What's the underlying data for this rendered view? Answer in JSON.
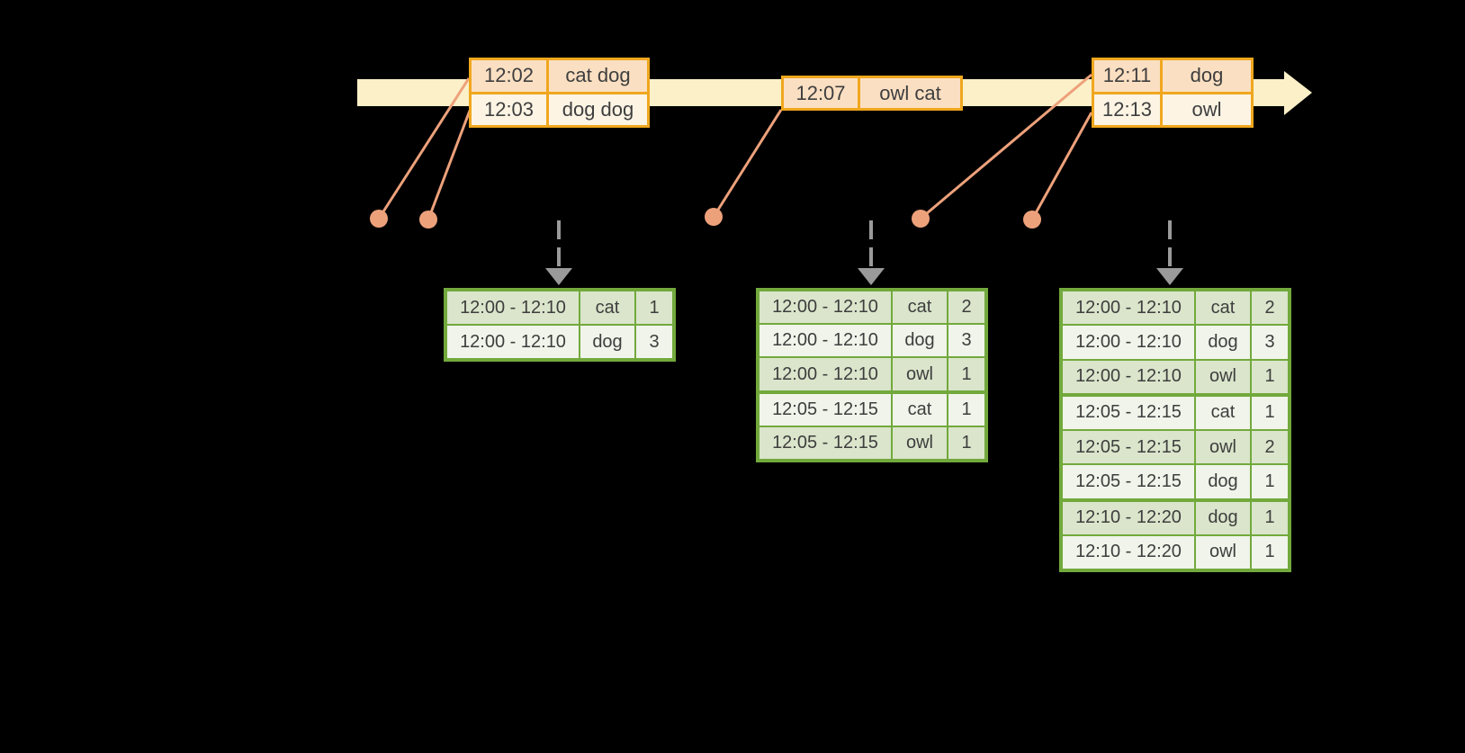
{
  "colors": {
    "background": "#000000",
    "timeline_fill": "#FBF0C8",
    "event_border": "#F0A71E",
    "event_row_peach": "#FADFC2",
    "event_row_cream": "#FDF4E4",
    "dot_salmon": "#EDA17B",
    "trigger_gray": "#9A9A9A",
    "result_border": "#72A93C",
    "result_row_sage": "#DAE5CB",
    "result_row_light": "#F0F4EA",
    "text": "#3E3E3E"
  },
  "event_tables": [
    {
      "rows": [
        {
          "time": "12:02",
          "words": "cat dog"
        },
        {
          "time": "12:03",
          "words": "dog dog"
        }
      ]
    },
    {
      "rows": [
        {
          "time": "12:07",
          "words": "owl cat"
        }
      ]
    },
    {
      "rows": [
        {
          "time": "12:11",
          "words": "dog"
        },
        {
          "time": "12:13",
          "words": "owl"
        }
      ]
    }
  ],
  "result_tables": [
    {
      "groups": [
        [
          {
            "window": "12:00 - 12:10",
            "word": "cat",
            "count": "1"
          },
          {
            "window": "12:00 - 12:10",
            "word": "dog",
            "count": "3"
          }
        ]
      ]
    },
    {
      "groups": [
        [
          {
            "window": "12:00 - 12:10",
            "word": "cat",
            "count": "2"
          },
          {
            "window": "12:00 - 12:10",
            "word": "dog",
            "count": "3"
          },
          {
            "window": "12:00 - 12:10",
            "word": "owl",
            "count": "1"
          }
        ],
        [
          {
            "window": "12:05 - 12:15",
            "word": "cat",
            "count": "1"
          },
          {
            "window": "12:05 - 12:15",
            "word": "owl",
            "count": "1"
          }
        ]
      ]
    },
    {
      "groups": [
        [
          {
            "window": "12:00 - 12:10",
            "word": "cat",
            "count": "2"
          },
          {
            "window": "12:00 - 12:10",
            "word": "dog",
            "count": "3"
          },
          {
            "window": "12:00 - 12:10",
            "word": "owl",
            "count": "1"
          }
        ],
        [
          {
            "window": "12:05 - 12:15",
            "word": "cat",
            "count": "1"
          },
          {
            "window": "12:05 - 12:15",
            "word": "owl",
            "count": "2"
          },
          {
            "window": "12:05 - 12:15",
            "word": "dog",
            "count": "1"
          }
        ],
        [
          {
            "window": "12:10 - 12:20",
            "word": "dog",
            "count": "1"
          },
          {
            "window": "12:10 - 12:20",
            "word": "owl",
            "count": "1"
          }
        ]
      ]
    }
  ]
}
